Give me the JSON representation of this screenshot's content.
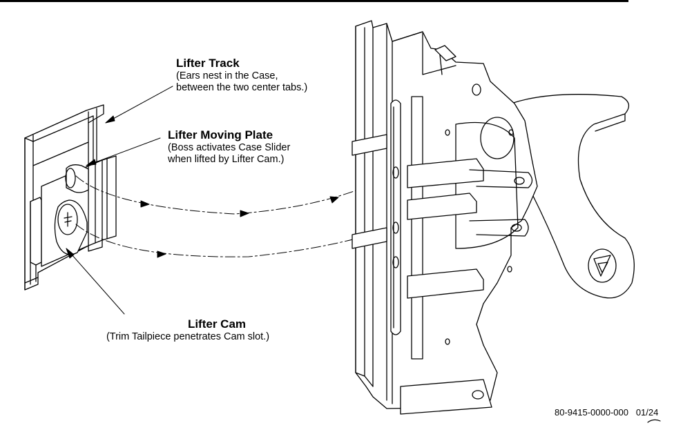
{
  "callouts": {
    "lifter_track": {
      "title": "Lifter Track",
      "desc_line1": "(Ears nest in the Case,",
      "desc_line2": "between the two center tabs.)"
    },
    "lifter_moving_plate": {
      "title": "Lifter Moving Plate",
      "desc_line1": "(Boss activates Case Slider",
      "desc_line2": "when lifted by Lifter Cam.)"
    },
    "lifter_cam": {
      "title": "Lifter Cam",
      "desc_line1": "(Trim Tailpiece penetrates Cam slot.)"
    }
  },
  "doc_number": "80-9415-0000-000   01/24"
}
